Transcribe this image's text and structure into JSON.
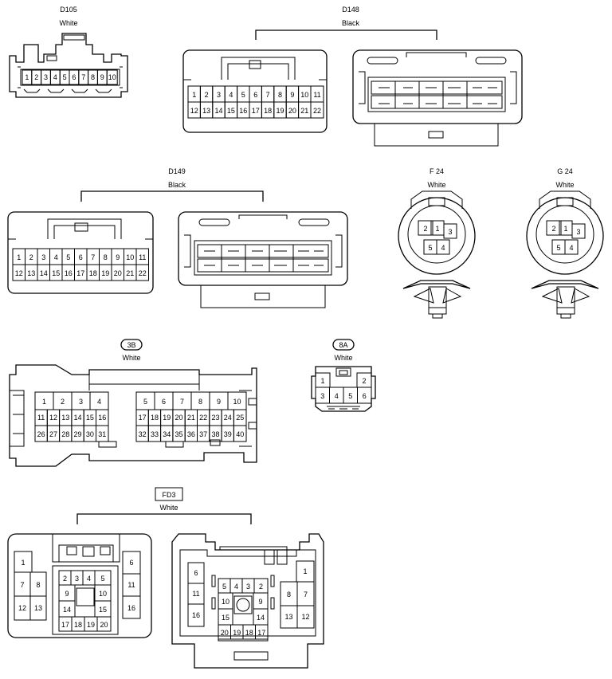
{
  "connectors": {
    "d105": {
      "code": "D105",
      "color": "White",
      "pins": [
        "1",
        "2",
        "3",
        "4",
        "5",
        "6",
        "7",
        "8",
        "9",
        "10"
      ]
    },
    "d148": {
      "code": "D148",
      "color": "Black",
      "row1": [
        "1",
        "2",
        "3",
        "4",
        "5",
        "6",
        "7",
        "8",
        "9",
        "10",
        "11"
      ],
      "row2": [
        "12",
        "13",
        "14",
        "15",
        "16",
        "17",
        "18",
        "19",
        "20",
        "21",
        "22"
      ]
    },
    "d149": {
      "code": "D149",
      "color": "Black",
      "row1": [
        "1",
        "2",
        "3",
        "4",
        "5",
        "6",
        "7",
        "8",
        "9",
        "10",
        "11"
      ],
      "row2": [
        "12",
        "13",
        "14",
        "15",
        "16",
        "17",
        "18",
        "19",
        "20",
        "21",
        "22"
      ]
    },
    "f24": {
      "code": "F 24",
      "color": "White",
      "pins": [
        "2",
        "1",
        "3",
        "5",
        "4"
      ]
    },
    "g24": {
      "code": "G 24",
      "color": "White",
      "pins": [
        "2",
        "1",
        "3",
        "5",
        "4"
      ]
    },
    "c3b": {
      "code": "3B",
      "color": "White",
      "left_row1": [
        "1",
        "2",
        "3",
        "4"
      ],
      "left_row2": [
        "11",
        "12",
        "13",
        "14",
        "15",
        "16"
      ],
      "left_row3": [
        "26",
        "27",
        "28",
        "29",
        "30",
        "31"
      ],
      "right_row1": [
        "5",
        "6",
        "7",
        "8",
        "9",
        "10"
      ],
      "right_row2": [
        "17",
        "18",
        "19",
        "20",
        "21",
        "22",
        "23",
        "24",
        "25"
      ],
      "right_row3": [
        "32",
        "33",
        "34",
        "35",
        "36",
        "37",
        "38",
        "39",
        "40"
      ]
    },
    "c8a": {
      "code": "8A",
      "color": "White",
      "row1": [
        "1",
        "2"
      ],
      "row2": [
        "3",
        "4",
        "5",
        "6"
      ]
    },
    "fd3": {
      "code": "FD3",
      "color": "White",
      "left_pins": [
        "1",
        "7",
        "8",
        "12",
        "13",
        "2",
        "3",
        "4",
        "5",
        "9",
        "10",
        "14",
        "15",
        "17",
        "18",
        "19",
        "20",
        "6",
        "11",
        "16"
      ],
      "right_pins": [
        "6",
        "11",
        "16",
        "5",
        "4",
        "3",
        "2",
        "10",
        "9",
        "15",
        "14",
        "20",
        "19",
        "18",
        "17",
        "1",
        "8",
        "7",
        "13",
        "12"
      ]
    }
  }
}
